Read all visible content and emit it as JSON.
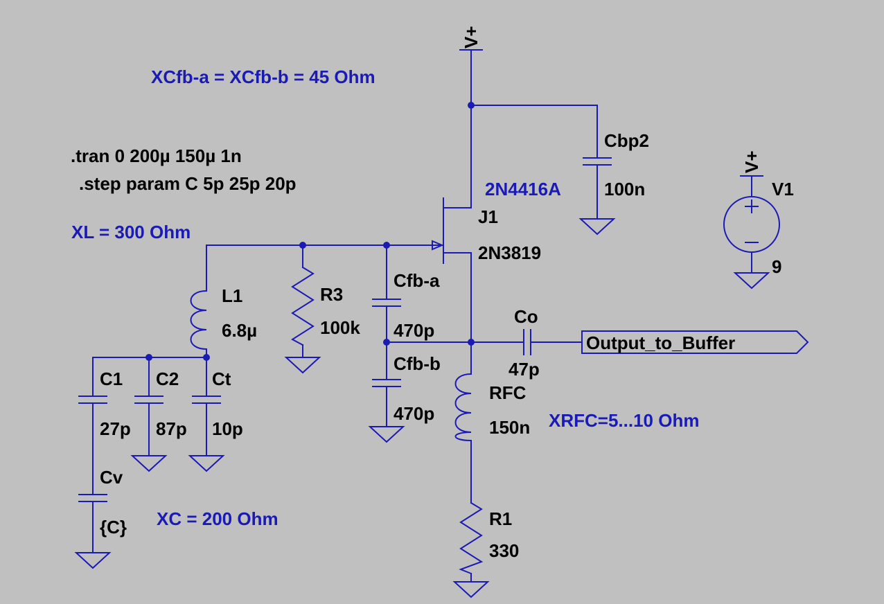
{
  "notes": {
    "xcfb": "XCfb-a = XCfb-b = 45 Ohm",
    "xl": "XL = 300 Ohm",
    "xc": "XC = 200 Ohm",
    "xrfc": "XRFC=5...10 Ohm",
    "model_alt": "2N4416A"
  },
  "directives": {
    "tran": ".tran 0 200µ 150µ 1n",
    "step": ".step param C 5p 25p 20p"
  },
  "components": {
    "supply_label": "V+",
    "cbp2": {
      "name": "Cbp2",
      "value": "100n"
    },
    "j1": {
      "name": "J1",
      "value": "2N3819"
    },
    "v1": {
      "name": "V1",
      "value": "9"
    },
    "l1": {
      "name": "L1",
      "value": "6.8µ"
    },
    "r3": {
      "name": "R3",
      "value": "100k"
    },
    "cfba": {
      "name": "Cfb-a",
      "value": "470p"
    },
    "cfbb": {
      "name": "Cfb-b",
      "value": "470p"
    },
    "co": {
      "name": "Co",
      "value": "47p"
    },
    "rfc": {
      "name": "RFC",
      "value": "150n"
    },
    "r1": {
      "name": "R1",
      "value": "330"
    },
    "c1": {
      "name": "C1",
      "value": "27p"
    },
    "c2": {
      "name": "C2",
      "value": "87p"
    },
    "ct": {
      "name": "Ct",
      "value": "10p"
    },
    "cv": {
      "name": "Cv",
      "value": "{C}"
    },
    "output_port": "Output_to_Buffer"
  }
}
